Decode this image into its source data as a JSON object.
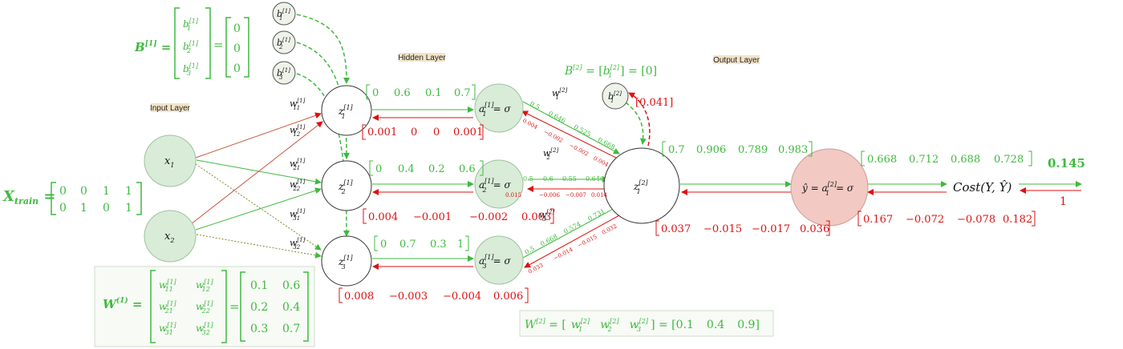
{
  "layer_labels": {
    "input": "Input Layer",
    "hidden": "Hidden Layer",
    "output": "Output Layer"
  },
  "colors": {
    "forward": "#3fb93f",
    "backward": "#dd1111",
    "node_fill": "#d8ecd8",
    "output_fill": "#f3c9c3",
    "label_bg": "#f3e4c8",
    "box_bg": "#f7faf5"
  },
  "x_train": {
    "label": "X",
    "subscript": "train",
    "row1": [
      "0",
      "0",
      "1",
      "1"
    ],
    "row2": [
      "0",
      "1",
      "0",
      "1"
    ]
  },
  "b1": {
    "label": "B",
    "superscript": "[1]",
    "entries": [
      "b",
      "b",
      "b"
    ],
    "entry_subs": [
      "1",
      "2",
      "3"
    ],
    "entry_sups": [
      "[1]",
      "[1]",
      "[1]"
    ],
    "values": [
      "0",
      "0",
      "0"
    ]
  },
  "b2": {
    "label": "B",
    "superscript": "[2]",
    "entry": "b",
    "entry_sub": "1",
    "entry_sup": "[2]",
    "value": "0"
  },
  "w1": {
    "label": "W",
    "superscript": "(1)",
    "syms": [
      [
        "w",
        "w"
      ],
      [
        "w",
        "w"
      ],
      [
        "w",
        "w"
      ]
    ],
    "subs": [
      [
        "11",
        "12"
      ],
      [
        "21",
        "22"
      ],
      [
        "31",
        "32"
      ]
    ],
    "sup": "[1]",
    "values": [
      [
        "0.1",
        "0.6"
      ],
      [
        "0.2",
        "0.4"
      ],
      [
        "0.3",
        "0.7"
      ]
    ]
  },
  "w2": {
    "label": "W",
    "superscript": "[2]",
    "syms": [
      "w",
      "w",
      "w"
    ],
    "subs": [
      "1",
      "2",
      "3"
    ],
    "sup": "[2]",
    "values": [
      "0.1",
      "0.4",
      "0.9"
    ]
  },
  "nodes": {
    "x1": {
      "name": "x",
      "sub": "1"
    },
    "x2": {
      "name": "x",
      "sub": "2"
    },
    "b11": {
      "name": "b",
      "sub": "1",
      "sup": "[1]"
    },
    "b12": {
      "name": "b",
      "sub": "2",
      "sup": "[1]"
    },
    "b13": {
      "name": "b",
      "sub": "3",
      "sup": "[1]"
    },
    "z1": {
      "name": "z",
      "sub": "1",
      "sup": "[1]"
    },
    "z2": {
      "name": "z",
      "sub": "2",
      "sup": "[1]"
    },
    "z3": {
      "name": "z",
      "sub": "3",
      "sup": "[1]"
    },
    "a1": {
      "name": "a",
      "sub": "1",
      "sup": "[1]",
      "eq": "= σ"
    },
    "a2": {
      "name": "a",
      "sub": "2",
      "sup": "[1]",
      "eq": "= σ"
    },
    "a3": {
      "name": "a",
      "sub": "3",
      "sup": "[1]",
      "eq": "= σ"
    },
    "b21": {
      "name": "b",
      "sub": "1",
      "sup": "[2]"
    },
    "zo": {
      "name": "z",
      "sub": "1",
      "sup": "[2]"
    },
    "yhat": {
      "name": "ŷ = a",
      "sub": "1",
      "sup": "[2]",
      "eq": "= σ"
    },
    "cost": {
      "text": "Cost(Y, Ŷ)"
    }
  },
  "weight_labels": {
    "w11": {
      "sym": "w",
      "sub": "11",
      "sup": "[1]"
    },
    "w12": {
      "sym": "w",
      "sub": "12",
      "sup": "[1]"
    },
    "w21": {
      "sym": "w",
      "sub": "21",
      "sup": "[1]"
    },
    "w22": {
      "sym": "w",
      "sub": "22",
      "sup": "[1]"
    },
    "w31": {
      "sym": "w",
      "sub": "31",
      "sup": "[1]"
    },
    "w32": {
      "sym": "w",
      "sub": "32",
      "sup": "[1]"
    },
    "w1o": {
      "sym": "w",
      "sub": "1",
      "sup": "[2]"
    },
    "w2o": {
      "sym": "w",
      "sub": "2",
      "sup": "[2]"
    },
    "w3o": {
      "sym": "w",
      "sub": "3",
      "sup": "[2]"
    }
  },
  "hidden_forward": {
    "z1": [
      "0",
      "0.6",
      "0.1",
      "0.7"
    ],
    "z2": [
      "0",
      "0.4",
      "0.2",
      "0.6"
    ],
    "z3": [
      "0",
      "0.7",
      "0.3",
      "1"
    ]
  },
  "hidden_backward": {
    "z1": [
      "0.001",
      "0",
      "0",
      "0.001"
    ],
    "z2": [
      "0.004",
      "−0.001",
      "−0.002",
      "0.003"
    ],
    "z3": [
      "0.008",
      "−0.003",
      "−0.004",
      "0.006"
    ]
  },
  "edge_forward": {
    "a1": [
      "0.5",
      "0.646",
      "0.525",
      "0.668"
    ],
    "a2": [
      "0.5",
      "0.6",
      "0.55",
      "0.646"
    ],
    "a3": [
      "0.5",
      "0.668",
      "0.574",
      "0.731"
    ]
  },
  "edge_backward": {
    "a1": [
      "0.004",
      "−0.002",
      "−0.002",
      "0.004"
    ],
    "a2": [
      "0.015",
      "−0.006",
      "−0.007",
      "0.014"
    ],
    "a3": [
      "0.033",
      "−0.014",
      "−0.015",
      "0.032"
    ]
  },
  "output_z_forward": [
    "0.7",
    "0.906",
    "0.789",
    "0.983"
  ],
  "output_z_backward": [
    "0.037",
    "−0.015",
    "−0.017",
    "0.036"
  ],
  "output_forward": [
    "0.668",
    "0.712",
    "0.688",
    "0.728"
  ],
  "output_backward": [
    "0.167",
    "−0.072",
    "−0.078",
    "0.182"
  ],
  "bias_gradient": "[0.041]",
  "cost_value": "0.145",
  "cost_gradient": "1"
}
